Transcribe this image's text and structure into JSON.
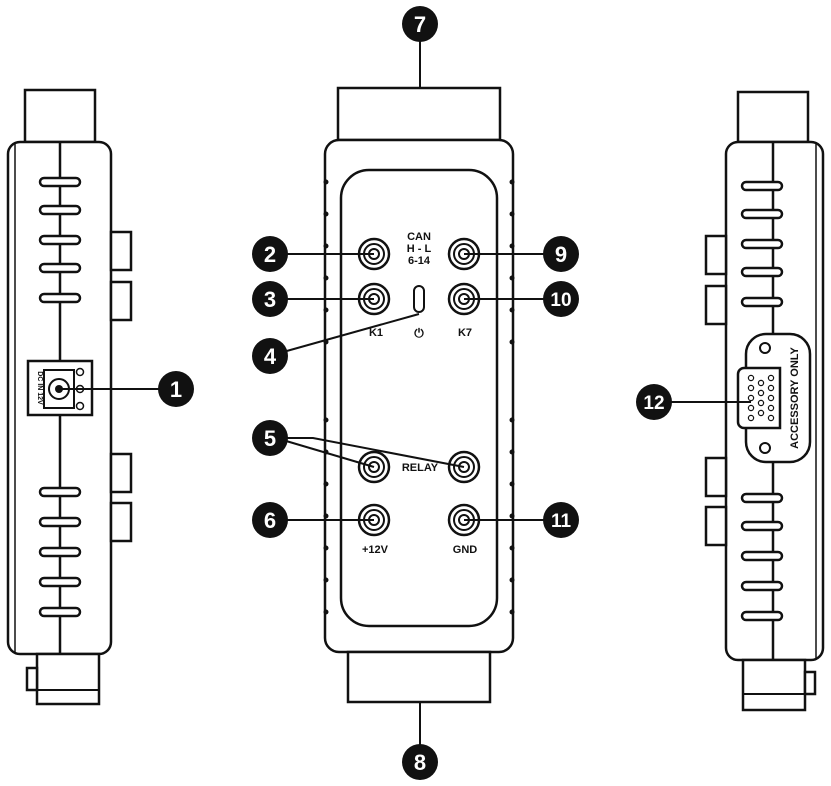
{
  "labels": {
    "can_line1": "CAN",
    "can_line2": "H - L",
    "can_line3": "6-14",
    "k1": "K1",
    "k7": "K7",
    "power_symbol": "⏻",
    "relay": "RELAY",
    "plus12v": "+12V",
    "gnd": "GND",
    "dc_in": "DC IN 12V",
    "accessory_only": "ACCESSORY ONLY"
  },
  "callouts": [
    "1",
    "2",
    "3",
    "4",
    "5",
    "6",
    "7",
    "8",
    "9",
    "10",
    "11",
    "12"
  ],
  "colors": {
    "ink": "#111111",
    "paper": "#ffffff",
    "callout": "#111111"
  }
}
